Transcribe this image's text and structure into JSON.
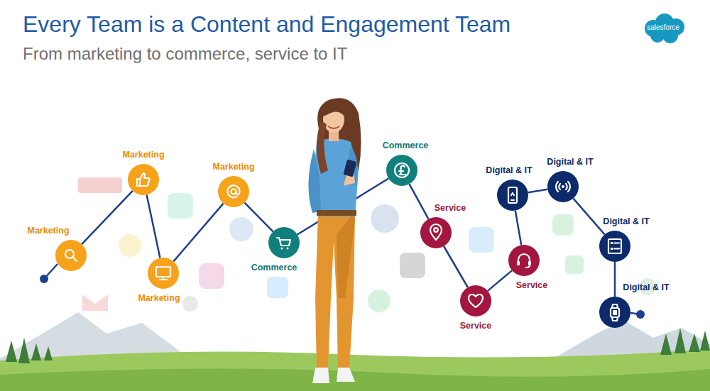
{
  "diagram": {
    "title": "Every Team is a Content and Engagement Team",
    "nodes": [
      {
        "text": [
          "Marketing"
        ]
      },
      {
        "text": [
          "Marketing"
        ]
      },
      {
        "text": [
          "Marketing"
        ]
      },
      {
        "text": [
          "Marketing"
        ]
      },
      {
        "text": [
          "Commerce"
        ]
      },
      {
        "text": [
          "Commerce"
        ]
      },
      {
        "text": [
          "Service"
        ]
      },
      {
        "text": [
          "Service"
        ]
      },
      {
        "text": [
          "Service"
        ]
      },
      {
        "text": [
          "Digital & IT"
        ]
      },
      {
        "text": [
          "Digital & IT"
        ]
      },
      {
        "text": [
          "Digital & IT"
        ]
      },
      {
        "text": [
          "Digital & IT"
        ]
      }
    ],
    "edges": [
      {
        "from": 0,
        "to": 1,
        "arrow": "none"
      },
      {
        "from": 1,
        "to": 2,
        "arrow": "none"
      },
      {
        "from": 2,
        "to": 3,
        "arrow": "none"
      },
      {
        "from": 3,
        "to": 4,
        "arrow": "none"
      },
      {
        "from": 4,
        "to": 5,
        "arrow": "none"
      },
      {
        "from": 5,
        "to": 6,
        "arrow": "none"
      },
      {
        "from": 6,
        "to": 7,
        "arrow": "none"
      },
      {
        "from": 7,
        "to": 8,
        "arrow": "none"
      },
      {
        "from": 8,
        "to": 9,
        "arrow": "none"
      },
      {
        "from": 9,
        "to": 10,
        "arrow": "none"
      },
      {
        "from": 10,
        "to": 11,
        "arrow": "none"
      },
      {
        "from": 11,
        "to": 12,
        "arrow": "none"
      }
    ],
    "labels": [
      "From marketing to commerce, service to IT",
      "salesforce"
    ]
  }
}
